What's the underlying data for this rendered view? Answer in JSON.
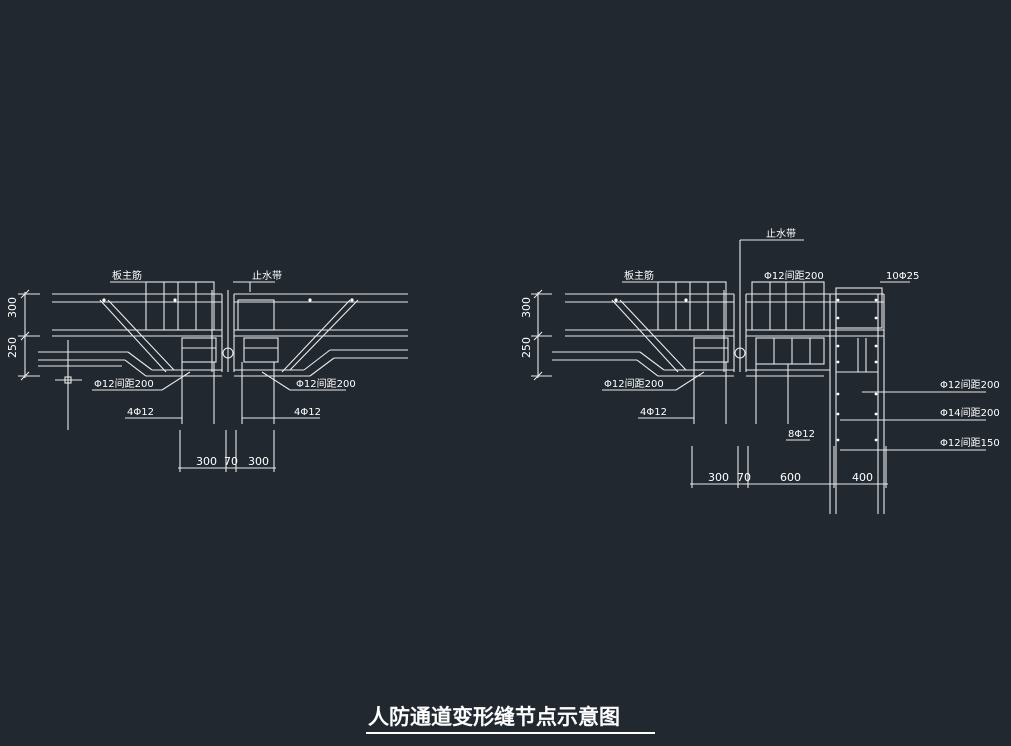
{
  "colors": {
    "background": "#212830",
    "line": "#e9e9e9"
  },
  "drawing_title": "人防通道变形缝节点示意图",
  "left_detail": {
    "labels": {
      "slab_main_bar": "板主筋",
      "waterstop": "止水带",
      "stirrup_left": "Φ12间距200",
      "stirrup_right": "Φ12间距200",
      "bars_left": "4Φ12",
      "bars_right": "4Φ12"
    },
    "dims_vertical": [
      "300",
      "250"
    ],
    "dims_horizontal": [
      "300",
      "70",
      "300"
    ]
  },
  "right_detail": {
    "labels": {
      "slab_main_bar": "板主筋",
      "waterstop": "止水带",
      "stirrup_top": "Φ12间距200",
      "bars_top": "10Φ25",
      "stirrup_left": "Φ12间距200",
      "bars_left": "4Φ12",
      "bars_mid": "8Φ12",
      "wall_1": "Φ12间距200",
      "wall_2": "Φ14间距200",
      "wall_3": "Φ12间距150"
    },
    "dims_vertical": [
      "300",
      "250"
    ],
    "dims_horizontal": [
      "300",
      "70",
      "600",
      "400"
    ]
  }
}
